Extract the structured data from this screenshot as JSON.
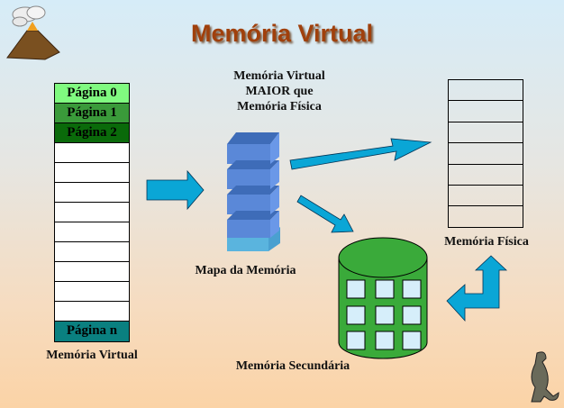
{
  "title": "Memória Virtual",
  "caption_top": [
    "Memória Virtual",
    "MAIOR que",
    "Memória Física"
  ],
  "virtual_memory": {
    "label": "Memória Virtual",
    "pages": [
      {
        "label": "Página 0",
        "color": "#80fa80"
      },
      {
        "label": "Página 1",
        "color": "#3a9a3a"
      },
      {
        "label": "Página 2",
        "color": "#0a6a0a"
      },
      {
        "label": "",
        "color": ""
      },
      {
        "label": "",
        "color": ""
      },
      {
        "label": "",
        "color": ""
      },
      {
        "label": "",
        "color": ""
      },
      {
        "label": "",
        "color": ""
      },
      {
        "label": "",
        "color": ""
      },
      {
        "label": "",
        "color": ""
      },
      {
        "label": "",
        "color": ""
      },
      {
        "label": "",
        "color": ""
      },
      {
        "label": "Página n",
        "color": "#0a8080"
      }
    ]
  },
  "memory_map": {
    "label": "Mapa da Memória"
  },
  "physical_memory": {
    "label": "Memória Física",
    "frames": 7
  },
  "secondary_memory": {
    "label": "Memória Secundária"
  },
  "colors": {
    "arrow": "#0aa6d6",
    "disk": "#3aaa3a",
    "block": "#5a88d8"
  }
}
